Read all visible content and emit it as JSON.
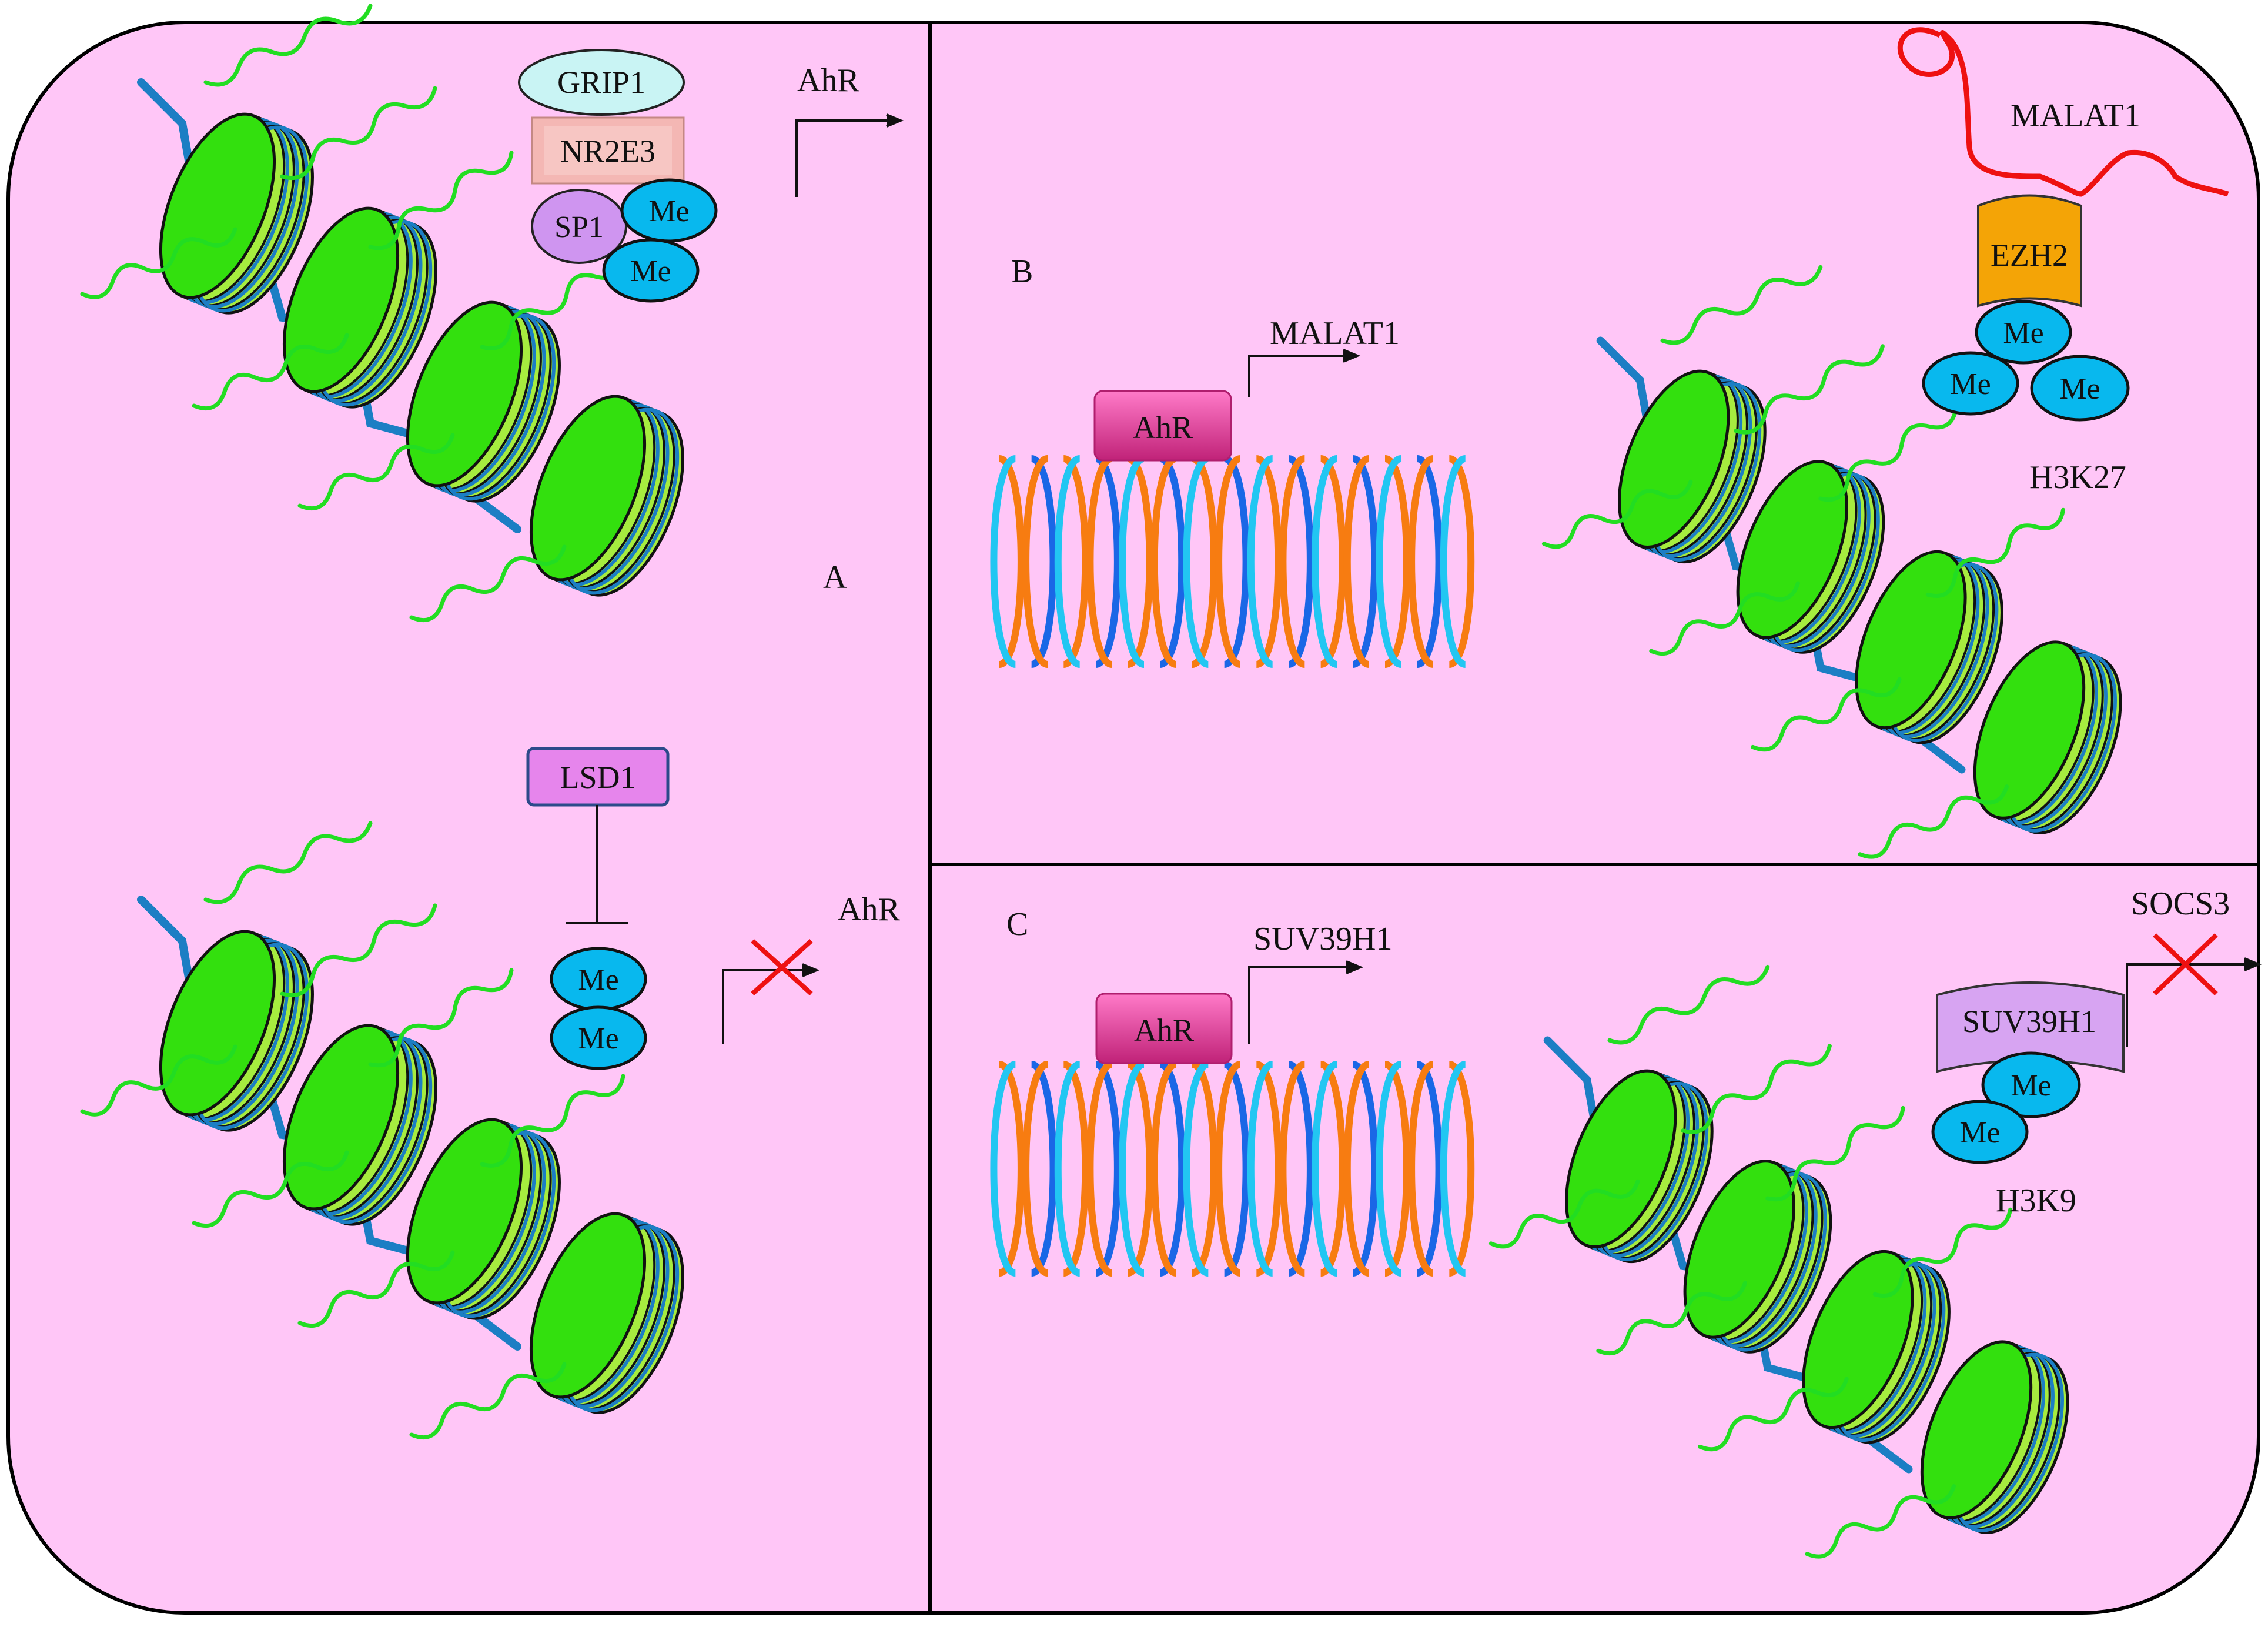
{
  "colors": {
    "background": "#ffc6f7",
    "tail": "#22dd22",
    "nucleosome_front": "#33e00e",
    "nucleosome_band": "#a6ec3f",
    "dna_wrap": "#1c7ec4",
    "me_fill": "#08b8ee",
    "helix_orange": "#f77c11",
    "helix_blue": "#1a67e6",
    "helix_cyan": "#22c6f2",
    "ahr_box": "#e0409a",
    "ezh2": "#f4a406",
    "suv39h1": "#d7a4f2",
    "lsd1": "#e685ec",
    "grip1": "#c9f4f4",
    "nr2e3": "#f4b7b4",
    "sp1": "#cf95f0",
    "malat1_rna": "#ee1111",
    "block_cross": "#ee1111"
  },
  "panel_a": {
    "letter": "A",
    "active_complex": {
      "coactivator": "GRIP1",
      "receptor": "NR2E3",
      "factor": "SP1",
      "marks": [
        "Me",
        "Me"
      ]
    },
    "active_gene": "AhR",
    "repressor": "LSD1",
    "repressed_marks": [
      "Me",
      "Me"
    ],
    "repressed_gene": "AhR"
  },
  "panel_b": {
    "letter": "B",
    "binder": "AhR",
    "target_gene": "MALAT1",
    "rna": "MALAT1",
    "enzyme": "EZH2",
    "marks": [
      "Me",
      "Me",
      "Me"
    ],
    "histone_site": "H3K27"
  },
  "panel_c": {
    "letter": "C",
    "binder": "AhR",
    "target_gene": "SUV39H1",
    "enzyme": "SUV39H1",
    "marks": [
      "Me",
      "Me"
    ],
    "histone_site": "H3K9",
    "repressed_gene": "SOCS3"
  }
}
